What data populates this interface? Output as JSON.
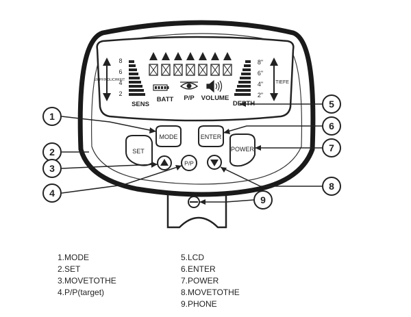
{
  "lcd": {
    "left_scale": [
      "8",
      "6",
      "4",
      "2"
    ],
    "right_scale": [
      "8\"",
      "6\"",
      "4\"",
      "2\""
    ],
    "left_side_text": "EMPFINDLICHKEIT",
    "right_side_text": "TIEFE",
    "labels": {
      "sens": "SENS",
      "batt": "BATT",
      "pp": "P/P",
      "volume": "VOLUME",
      "depth": "DEPTH"
    }
  },
  "buttons": {
    "mode": "MODE",
    "set": "SET",
    "enter": "ENTER",
    "power": "POWER",
    "pp": "P/P"
  },
  "callouts": [
    "1",
    "2",
    "3",
    "4",
    "5",
    "6",
    "7",
    "8",
    "9"
  ],
  "legend": {
    "left": [
      "1.MODE",
      "2.SET",
      "3.MOVETOTHE",
      "4.P/P(target)"
    ],
    "right": [
      "5.LCD",
      "6.ENTER",
      "7.POWER",
      "8.MOVETOTHE",
      "9.PHONE"
    ]
  }
}
